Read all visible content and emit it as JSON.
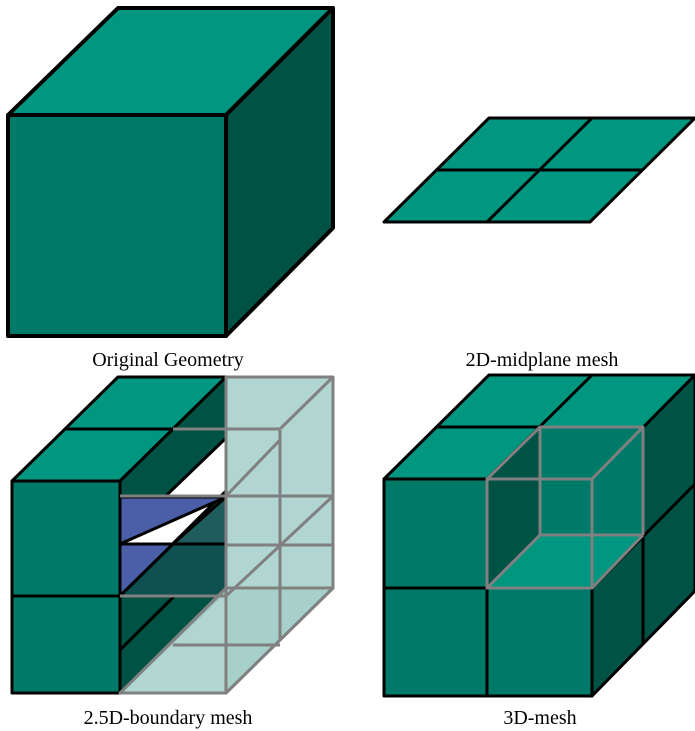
{
  "panels": {
    "original": {
      "caption": "Original Geometry"
    },
    "midplane": {
      "caption": "2D-midplane mesh"
    },
    "boundary": {
      "caption": "2.5D-boundary mesh"
    },
    "solid": {
      "caption": "3D-mesh"
    }
  },
  "colors": {
    "top_face": "#009680",
    "front_face": "#007a68",
    "side_face": "#005244",
    "edge": "#000000",
    "hidden_edge": "#808080",
    "cutaway_glass": "#a6cfca",
    "boundary_blue": "#4a5fa8",
    "background": "#ffffff"
  }
}
